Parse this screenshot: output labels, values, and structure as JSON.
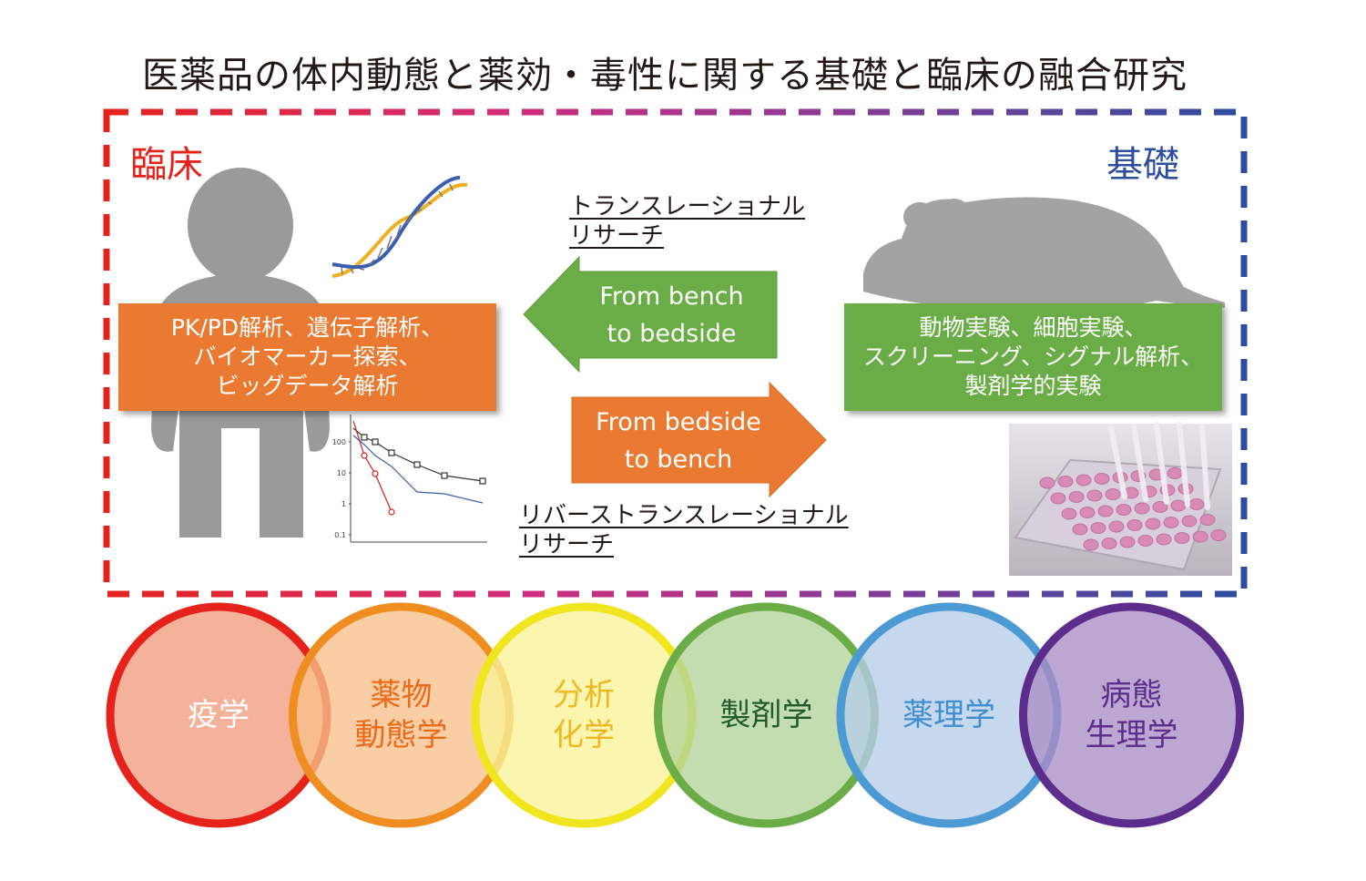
{
  "title": "医薬品の体内動態と薬効・毒性に関する基礎と臨床の融合研究",
  "clinical": {
    "label": "臨床",
    "box_lines": [
      "PK/PD解析、遺伝子解析、",
      "バイオマーカー探索、",
      "ビッグデータ解析"
    ],
    "chart_ticks": [
      "100",
      "10",
      "1",
      "0.1"
    ]
  },
  "basic": {
    "label": "基礎",
    "box_lines": [
      "動物実験、細胞実験、",
      "スクリーニング、シグナル解析、",
      "製剤学的実験"
    ]
  },
  "arrows": {
    "bench_to_bedside": [
      "From bench",
      "to bedside"
    ],
    "bedside_to_bench": [
      "From bedside",
      "to bench"
    ]
  },
  "translational_label": [
    "トランスレーショナル",
    "リサーチ"
  ],
  "reverse_translational_label": [
    "リバーストランスレーショナル",
    "リサーチ"
  ],
  "circles": [
    {
      "lines": [
        "疫学"
      ],
      "stroke": "#e5231b",
      "fill": "#f19c7e",
      "text": "#ffffff"
    },
    {
      "lines": [
        "薬物",
        "動態学"
      ],
      "stroke": "#ef8d21",
      "fill": "#f7c08a",
      "text": "#ea6b1a"
    },
    {
      "lines": [
        "分析",
        "化学"
      ],
      "stroke": "#f1e520",
      "fill": "#f8f39a",
      "text": "#f0b820"
    },
    {
      "lines": [
        "製剤学"
      ],
      "stroke": "#6aac45",
      "fill": "#b4d39a",
      "text": "#1f5a2a"
    },
    {
      "lines": [
        "薬理学"
      ],
      "stroke": "#4b9ad4",
      "fill": "#b6cde8",
      "text": "#3f8fd0"
    },
    {
      "lines": [
        "病態",
        "生理学"
      ],
      "stroke": "#5c2d8c",
      "fill": "#a98ec5",
      "text": "#5c2d8c"
    }
  ],
  "colors": {
    "clinical": "#e5231b",
    "basic": "#2d4da0",
    "clinical_box": "#ea7a31",
    "basic_box": "#6aac45",
    "silhouette": "#9a9a9a"
  }
}
